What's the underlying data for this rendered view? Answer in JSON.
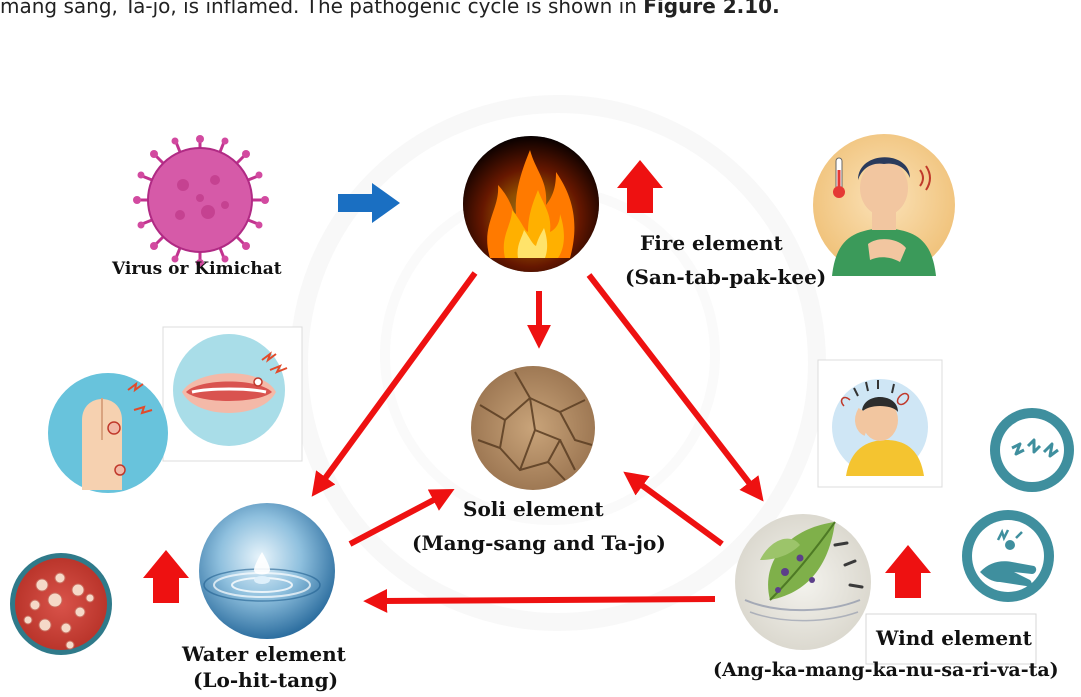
{
  "header": {
    "text_start": "mang sang, Ta-jo, is inflamed. The pathogenic cycle is shown in ",
    "figure_ref": "Figure 2.10."
  },
  "labels": {
    "virus": "Virus or Kimichat",
    "fire_title": "Fire element",
    "fire_sub": "(San-tab-pak-kee)",
    "soil_title": "Soli element",
    "soil_sub": "(Mang-sang and Ta-jo)",
    "water_title": "Water element",
    "water_sub": "(Lo-hit-tang)",
    "wind_title": "Wind element",
    "wind_sub": "(Ang-ka-mang-ka-nu-sa-ri-va-ta)"
  },
  "colors": {
    "arrow_red": "#ee1111",
    "arrow_blue": "#1a6fc2",
    "virus_pink": "#c2338f",
    "teal_icon": "#3f8f9e"
  },
  "icons": [
    "virus-icon",
    "fire-icon",
    "cracked-earth-icon",
    "water-drop-icon",
    "wind-leaf-icon",
    "fever-person-icon",
    "headache-person-icon",
    "mouth-sore-icon",
    "skin-lesion-icon",
    "rash-dish-icon",
    "dizzy-icon",
    "numb-hand-icon"
  ]
}
